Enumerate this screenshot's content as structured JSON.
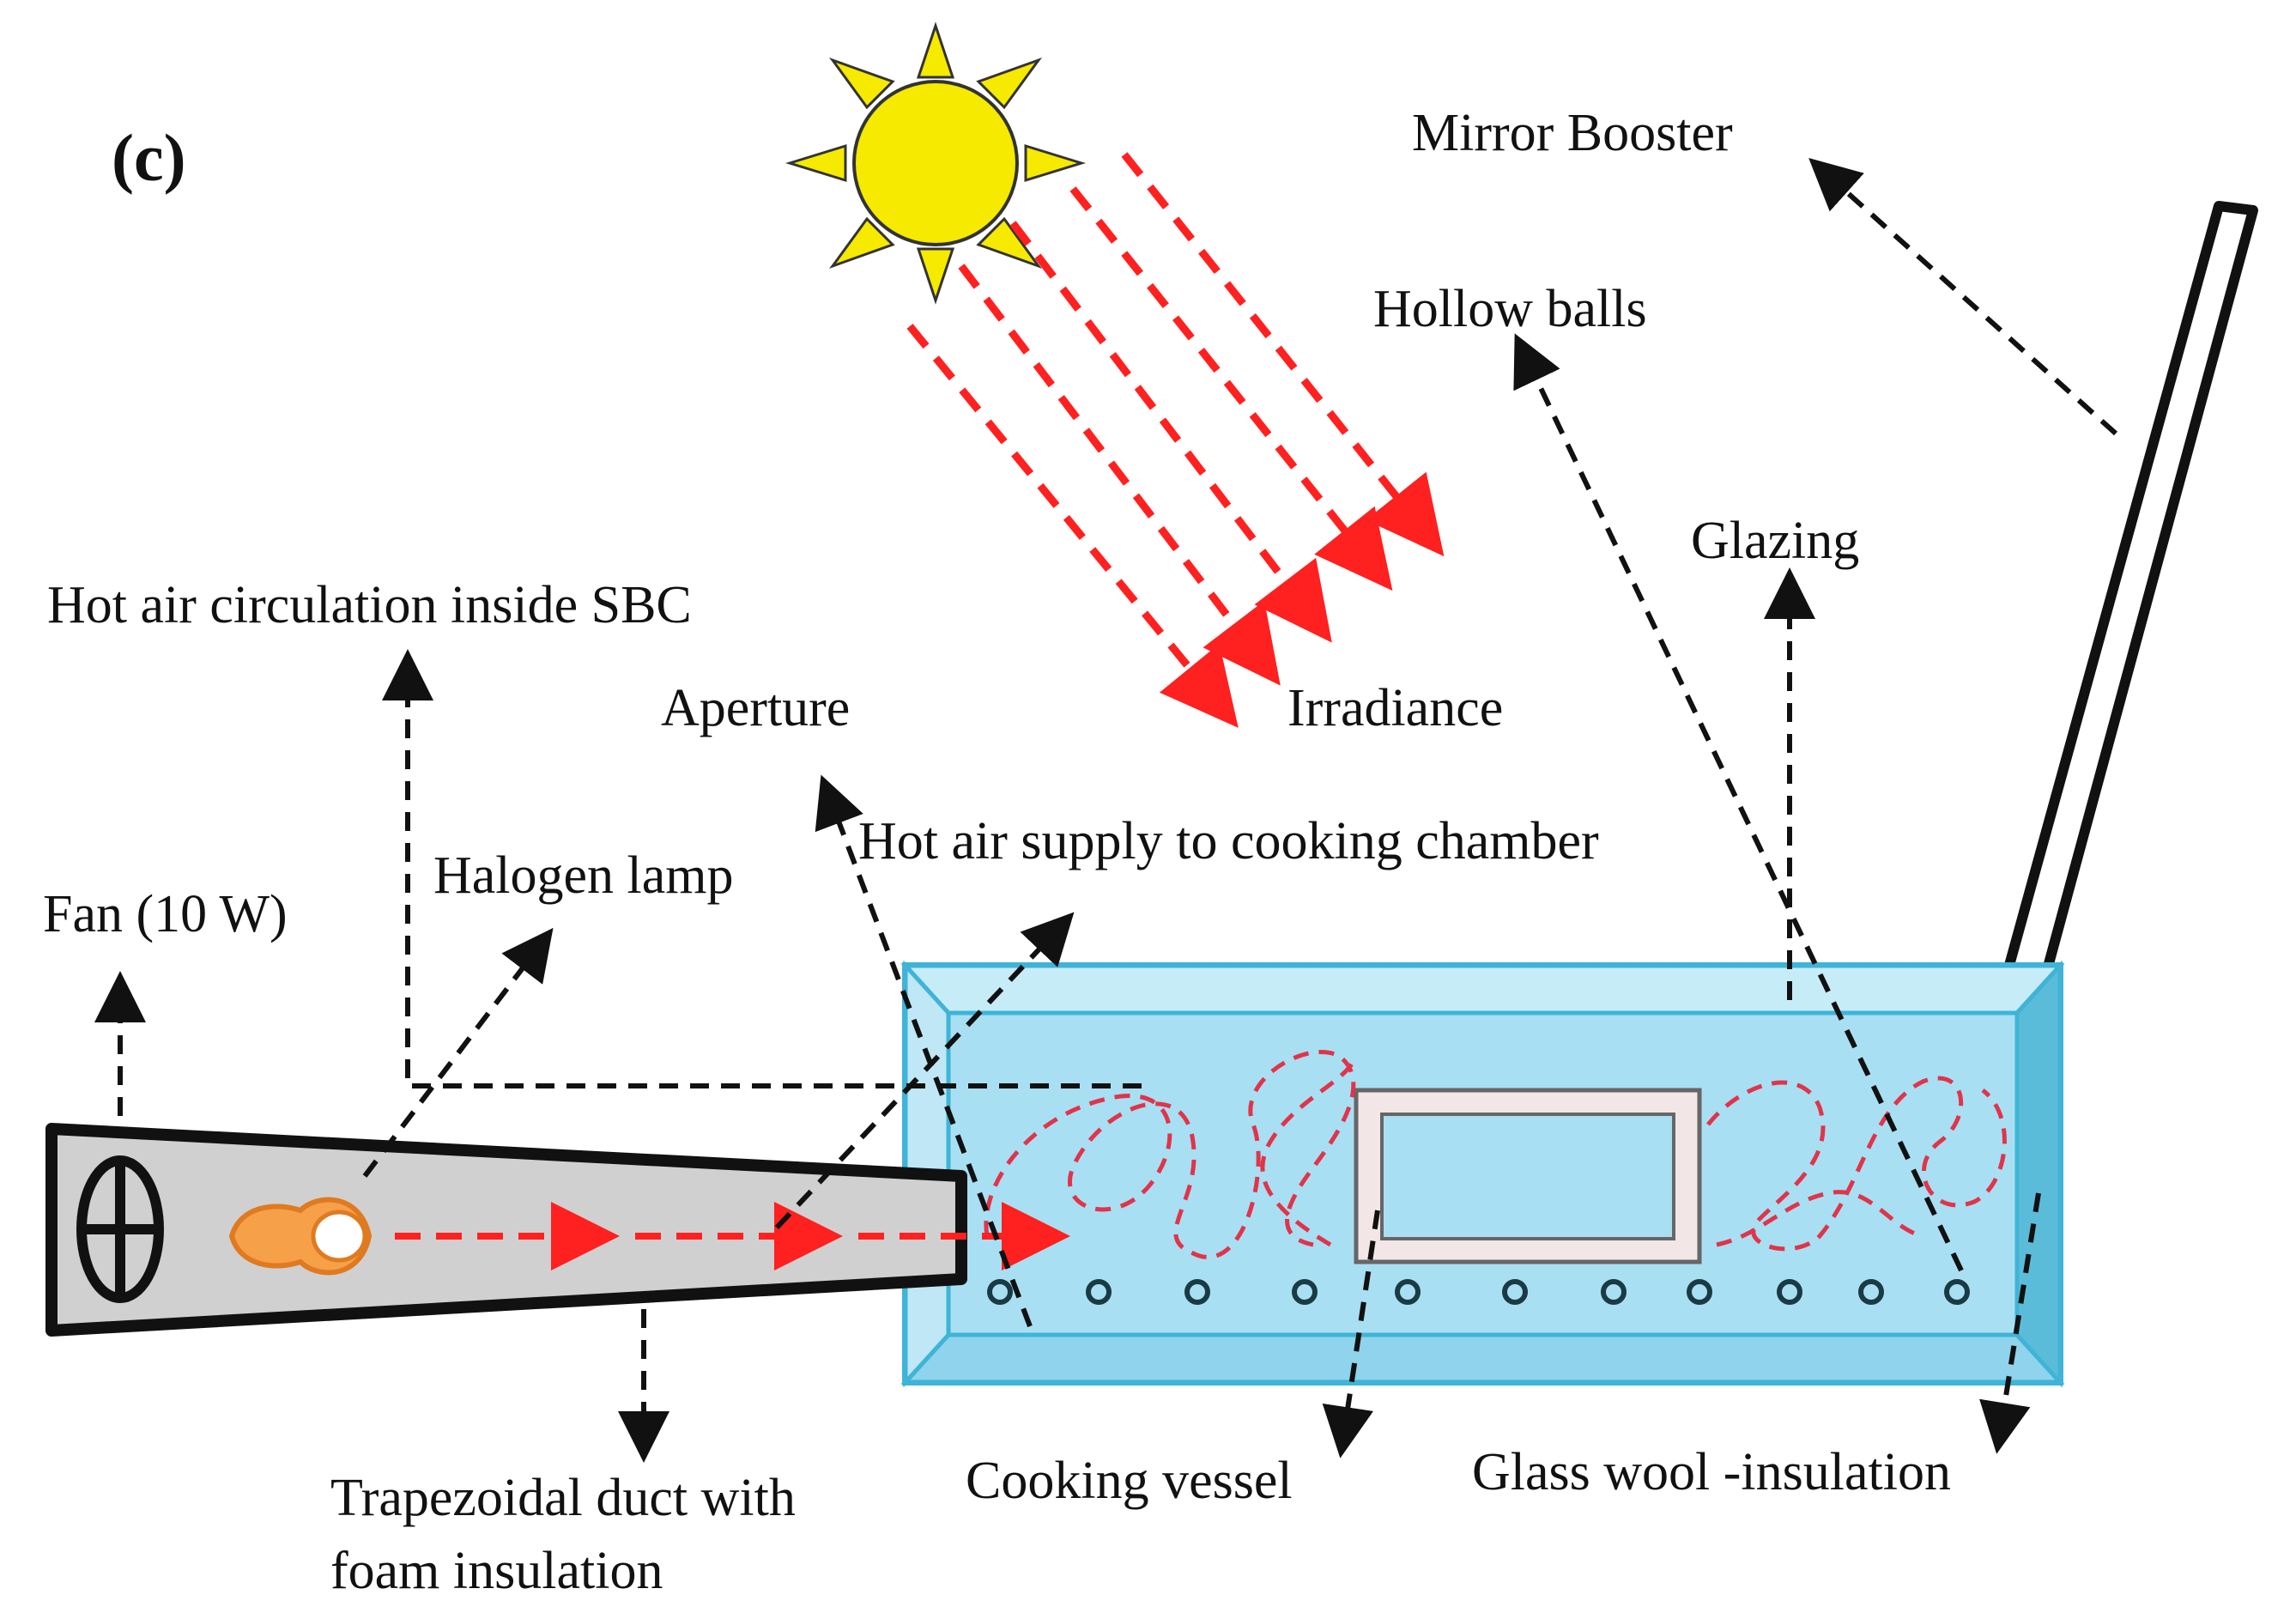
{
  "panel_label": "(c)",
  "labels": {
    "mirror_booster": "Mirror Booster",
    "hollow_balls": "Hollow balls",
    "glazing": "Glazing",
    "hot_air_circulation": "Hot air circulation inside SBC",
    "aperture": "Aperture",
    "irradiance": "Irradiance",
    "hot_air_supply": "Hot air supply to cooking chamber",
    "halogen_lamp": "Halogen lamp",
    "fan": "Fan (10 W)",
    "duct_line1": "Trapezoidal duct with",
    "duct_line2": "foam insulation",
    "cooking_vessel": "Cooking vessel",
    "glass_wool": "Glass wool -insulation"
  },
  "colors": {
    "sun": "#f5ea00",
    "ray": "#ff2020",
    "chamber": "#a9dff2",
    "chamber_edge": "#3fb4d6",
    "duct": "#cfcfcf",
    "lamp": "#f6a04a",
    "airflow": "#e0344b"
  }
}
